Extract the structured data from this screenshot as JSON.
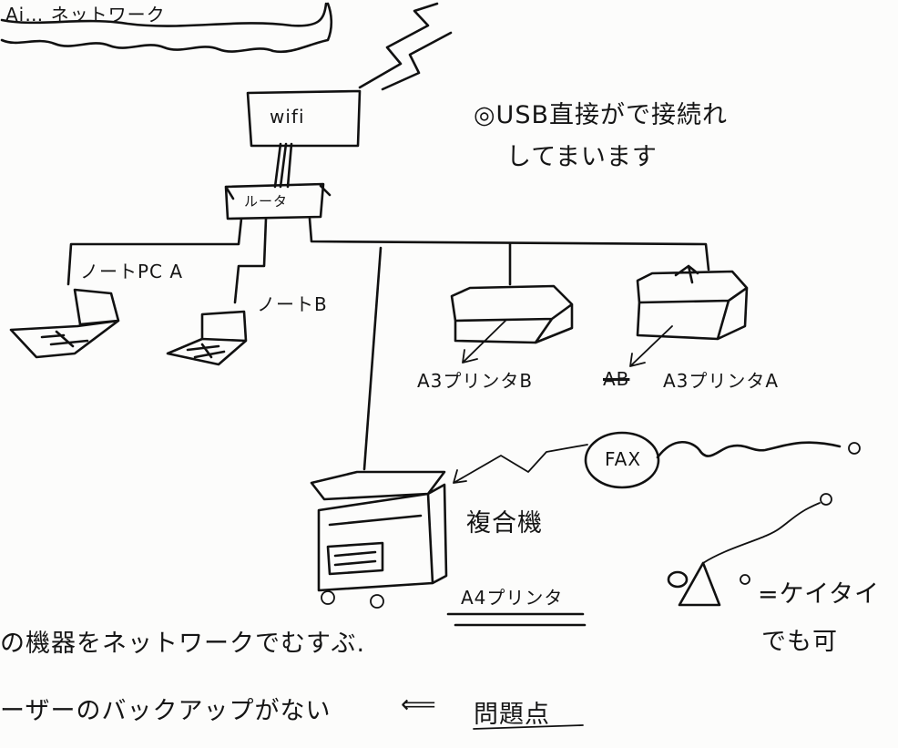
{
  "title_fragment": "Ai… ネットワーク",
  "devices": {
    "wifi": "wifi",
    "router": "ルータ",
    "pc_a": "ノートPC A",
    "pc_b": "ノートB",
    "printer_b": "A3プリンタB",
    "printer_a_struck": "AB",
    "printer_a": "A3プリンタA",
    "mfp": "複合機",
    "fax": "FAX",
    "a4_printer": "A4プリンタ",
    "phone_label": "=ケイタイ",
    "phone_sub": "でも可"
  },
  "notes": {
    "usb_1": "◎USB直接がで接続れ",
    "usb_2": "してまいます"
  },
  "bottom": {
    "line1": "の機器をネットワークでむすぶ.",
    "line2": "ーザーのバックアップがない",
    "arrow": "⟸",
    "problem": "問題点"
  }
}
